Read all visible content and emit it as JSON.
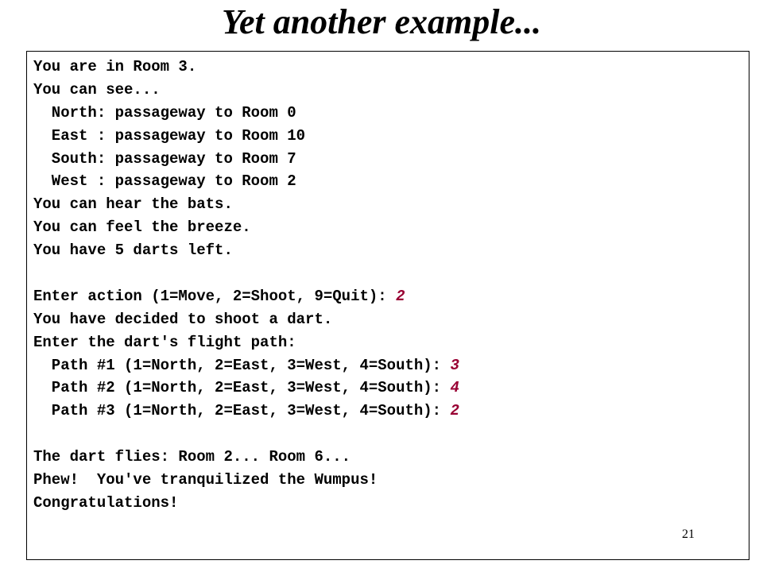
{
  "slide": {
    "title": "Yet another example...",
    "page_number": "21"
  },
  "colors": {
    "user_input": "#990033"
  },
  "console": {
    "lines": [
      {
        "text": "You are in Room 3.",
        "input": ""
      },
      {
        "text": "You can see...",
        "input": ""
      },
      {
        "text": "  North: passageway to Room 0",
        "input": ""
      },
      {
        "text": "  East : passageway to Room 10",
        "input": ""
      },
      {
        "text": "  South: passageway to Room 7",
        "input": ""
      },
      {
        "text": "  West : passageway to Room 2",
        "input": ""
      },
      {
        "text": "You can hear the bats.",
        "input": ""
      },
      {
        "text": "You can feel the breeze.",
        "input": ""
      },
      {
        "text": "You have 5 darts left.",
        "input": ""
      },
      {
        "text": "",
        "input": ""
      },
      {
        "text": "Enter action (1=Move, 2=Shoot, 9=Quit): ",
        "input": "2"
      },
      {
        "text": "You have decided to shoot a dart.",
        "input": ""
      },
      {
        "text": "Enter the dart's flight path:",
        "input": ""
      },
      {
        "text": "  Path #1 (1=North, 2=East, 3=West, 4=South): ",
        "input": "3"
      },
      {
        "text": "  Path #2 (1=North, 2=East, 3=West, 4=South): ",
        "input": "4"
      },
      {
        "text": "  Path #3 (1=North, 2=East, 3=West, 4=South): ",
        "input": "2"
      },
      {
        "text": "",
        "input": ""
      },
      {
        "text": "The dart flies: Room 2... Room 6...",
        "input": ""
      },
      {
        "text": "Phew!  You've tranquilized the Wumpus!",
        "input": ""
      },
      {
        "text": "Congratulations!",
        "input": ""
      }
    ]
  }
}
